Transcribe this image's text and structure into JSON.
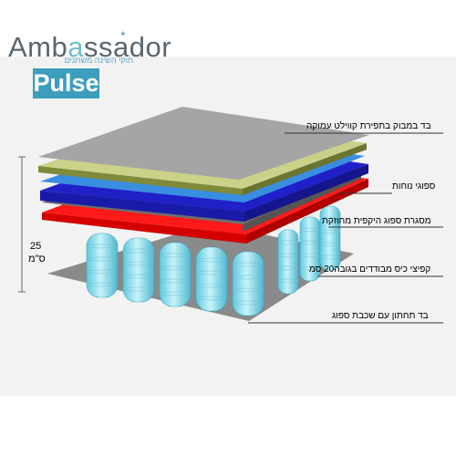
{
  "brand": {
    "name_prefix": "Amb",
    "name_highlight": "a",
    "name_suffix": "ssador",
    "tagline": "חוקי השינה משתנים",
    "product_name": "Pulse",
    "accent_color": "#3d9dbc"
  },
  "diagram": {
    "height_value": "25",
    "height_unit": "ס\"מ",
    "layers": [
      {
        "id": "top-fabric",
        "color": "#a5a5a5",
        "label": "בד במבוק בתפירת קווילט עמוקה"
      },
      {
        "id": "comfort-foam",
        "color": "#ccd18a",
        "label": "ספוגי נוחות"
      },
      {
        "id": "blue-foam",
        "color": "#2020c8",
        "label": ""
      },
      {
        "id": "edge-frame",
        "color": "#ff1a1a",
        "label": "מסגרת ספוג היקפית מחוזקת"
      },
      {
        "id": "pocket-springs",
        "color": "#8fdde8",
        "label": "קפיצי כיס מבודדים בגובה20 סמ"
      },
      {
        "id": "bottom-fabric",
        "color": "#8a8a8a",
        "label": "בד תחתון עם שכבת ספוג"
      }
    ]
  }
}
